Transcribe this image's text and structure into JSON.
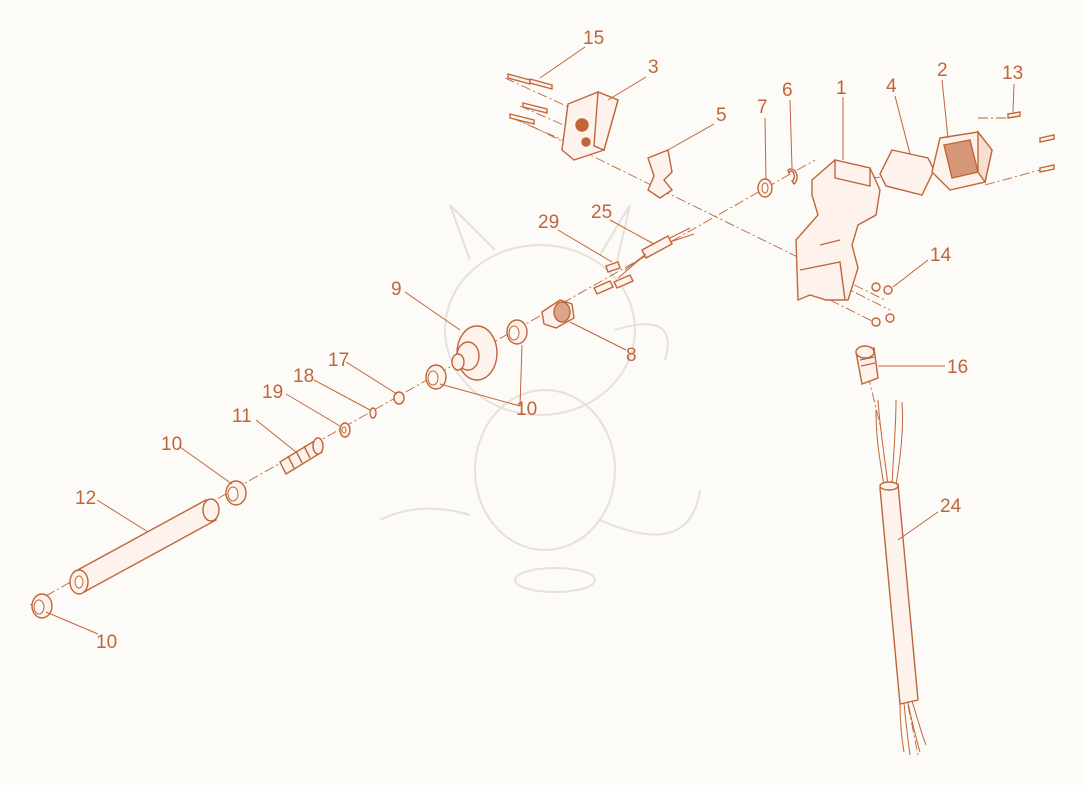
{
  "colors": {
    "accent": "#c0653a",
    "background": "#fcfbf8",
    "watermark": "#e6e1da"
  },
  "labels": {
    "l15": "15",
    "l3": "3",
    "l5": "5",
    "l7": "7",
    "l6": "6",
    "l1": "1",
    "l4": "4",
    "l2": "2",
    "l13": "13",
    "l29": "29",
    "l25": "25",
    "l14": "14",
    "l9": "9",
    "l8": "8",
    "l16": "16",
    "l17": "17",
    "l18": "18",
    "l10a": "10",
    "l19": "19",
    "l11": "11",
    "l10b": "10",
    "l12": "12",
    "l24": "24",
    "l10c": "10"
  }
}
